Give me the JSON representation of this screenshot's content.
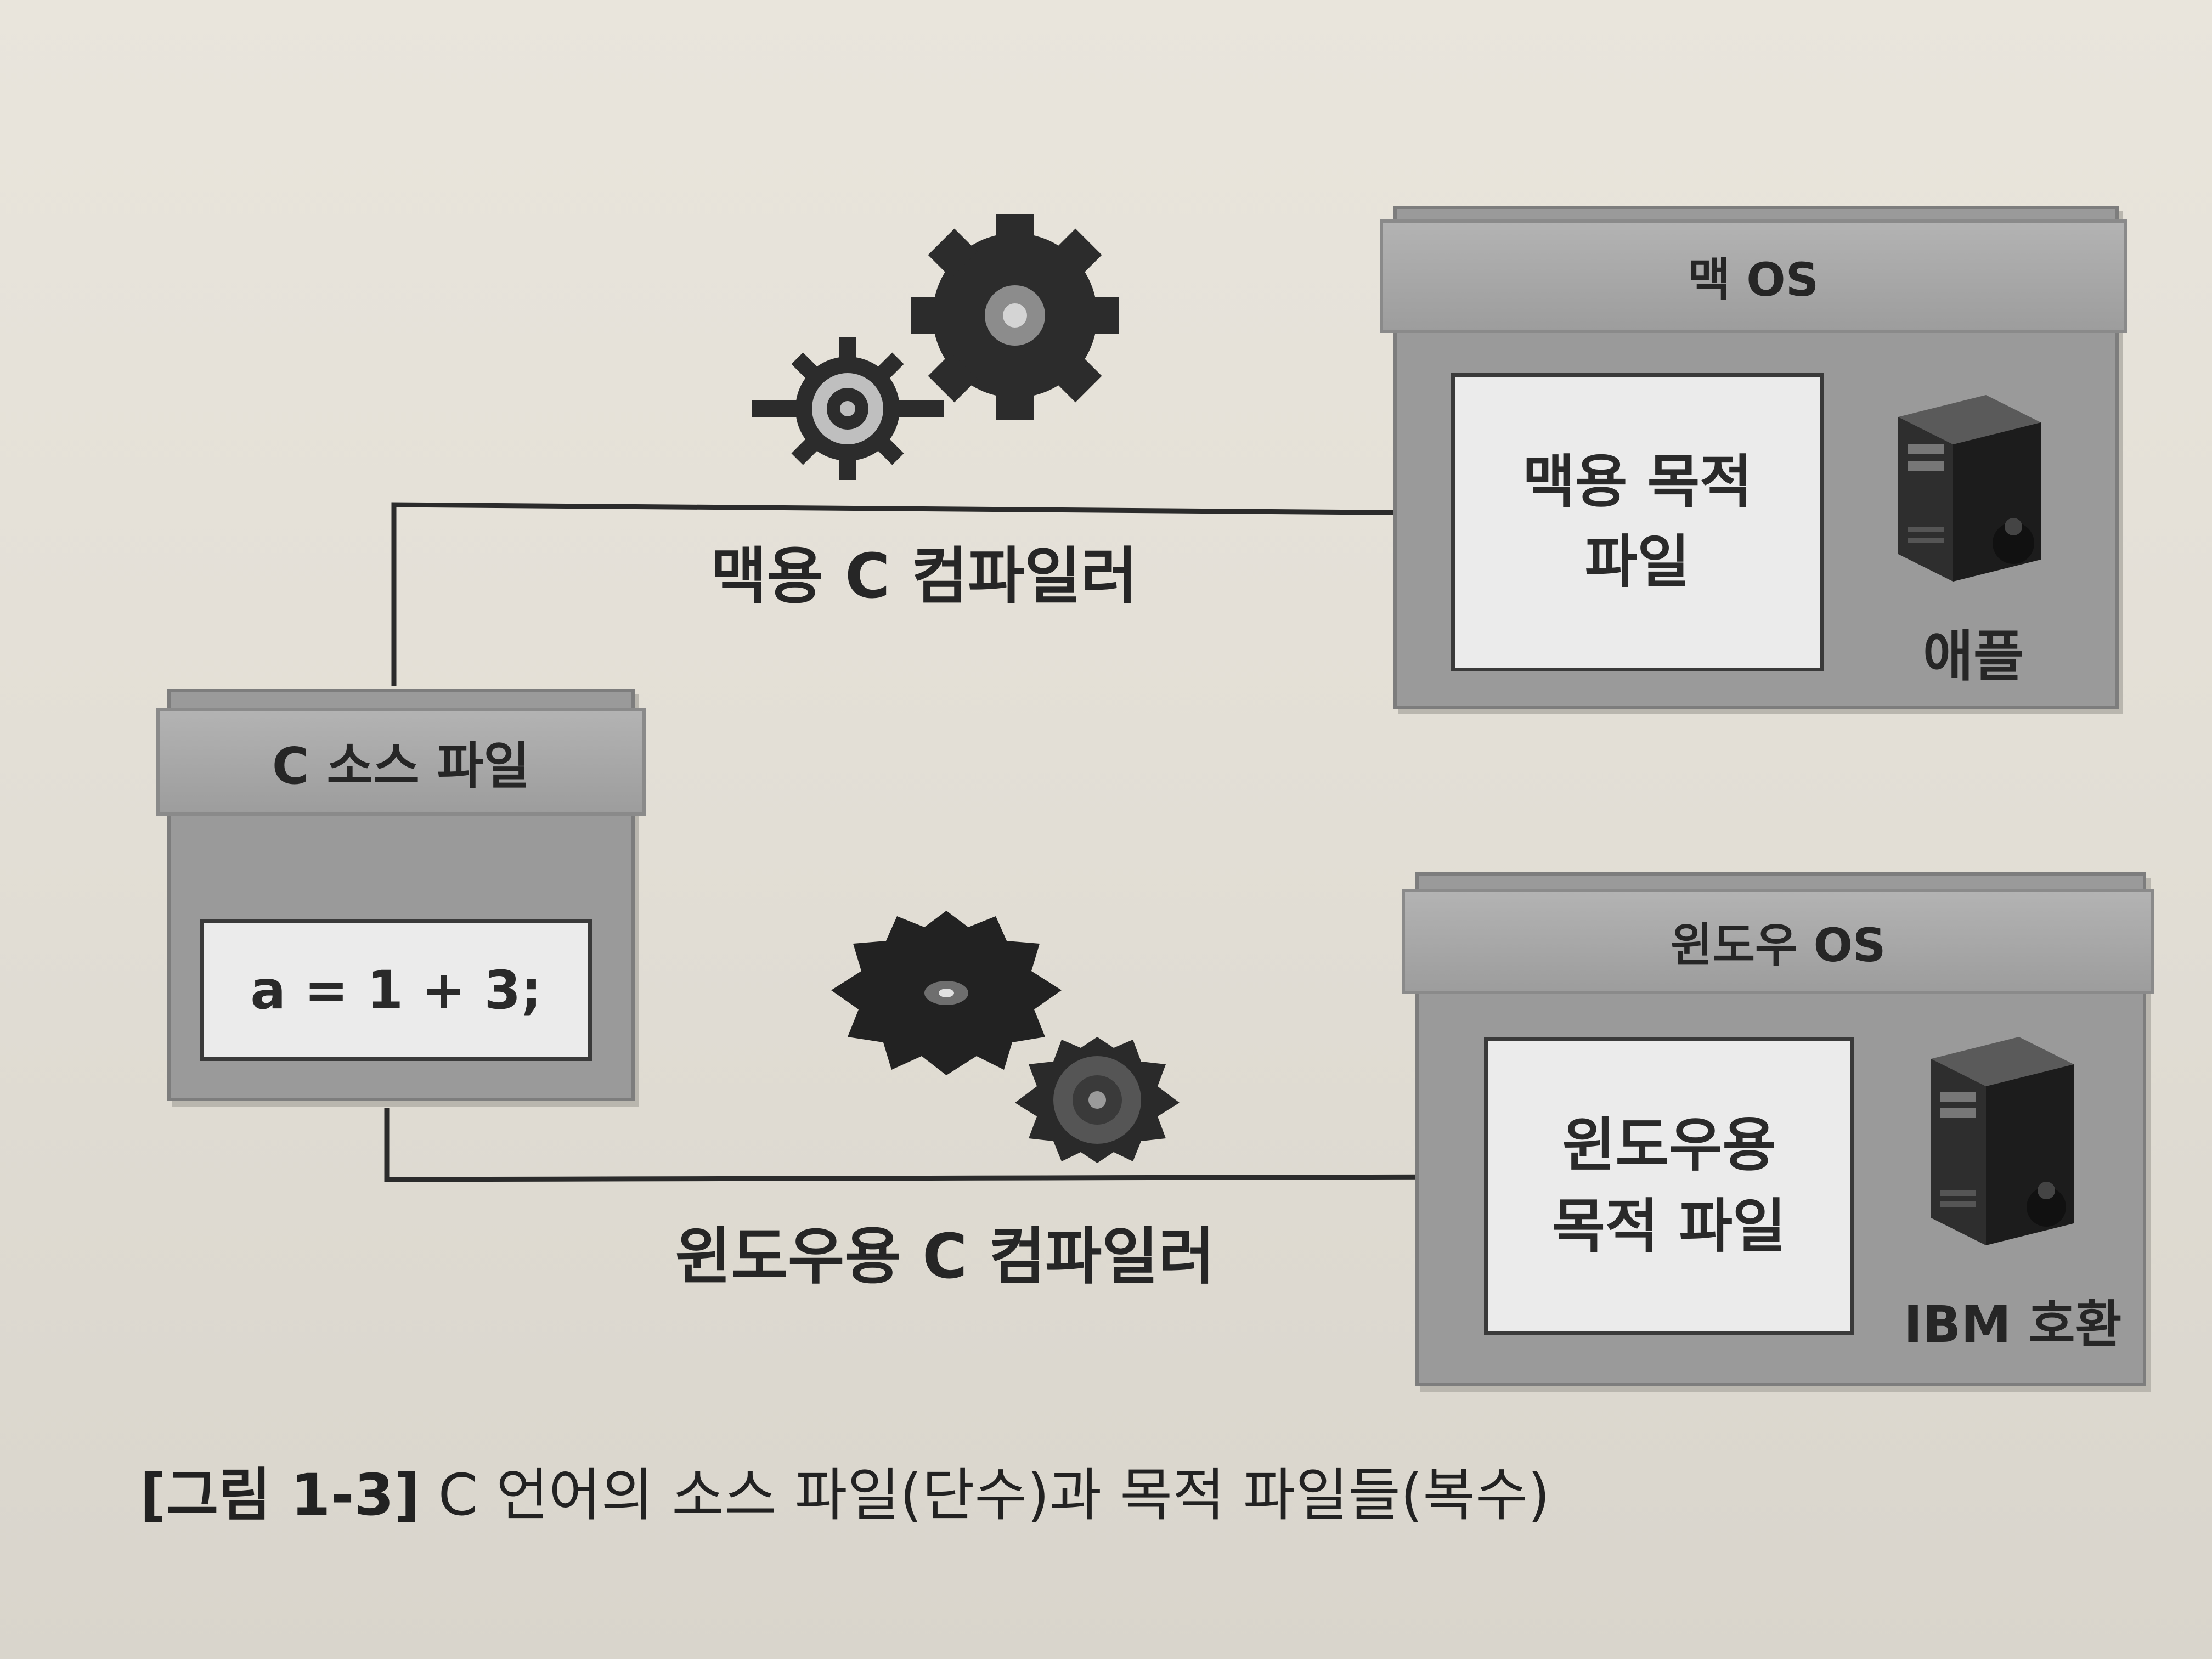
{
  "source": {
    "header": "C 소스 파일",
    "code": "a = 1 + 3;"
  },
  "mac": {
    "header": "맥 OS",
    "object_file": "맥용 목적 파일",
    "machine_label": "애플",
    "compiler_label": "맥용 C 컴파일러"
  },
  "windows": {
    "header": "윈도우 OS",
    "object_file": "윈도우용 목적 파일",
    "machine_label": "IBM 호환",
    "compiler_label": "윈도우용 C 컴파일러"
  },
  "caption": {
    "figure_no": "[그림 1-3]",
    "text": "C 언어의 소스 파일(단수)과 목적 파일들(복수)"
  },
  "icons": [
    "gear-icon",
    "saw-blade-icon",
    "server-icon"
  ]
}
